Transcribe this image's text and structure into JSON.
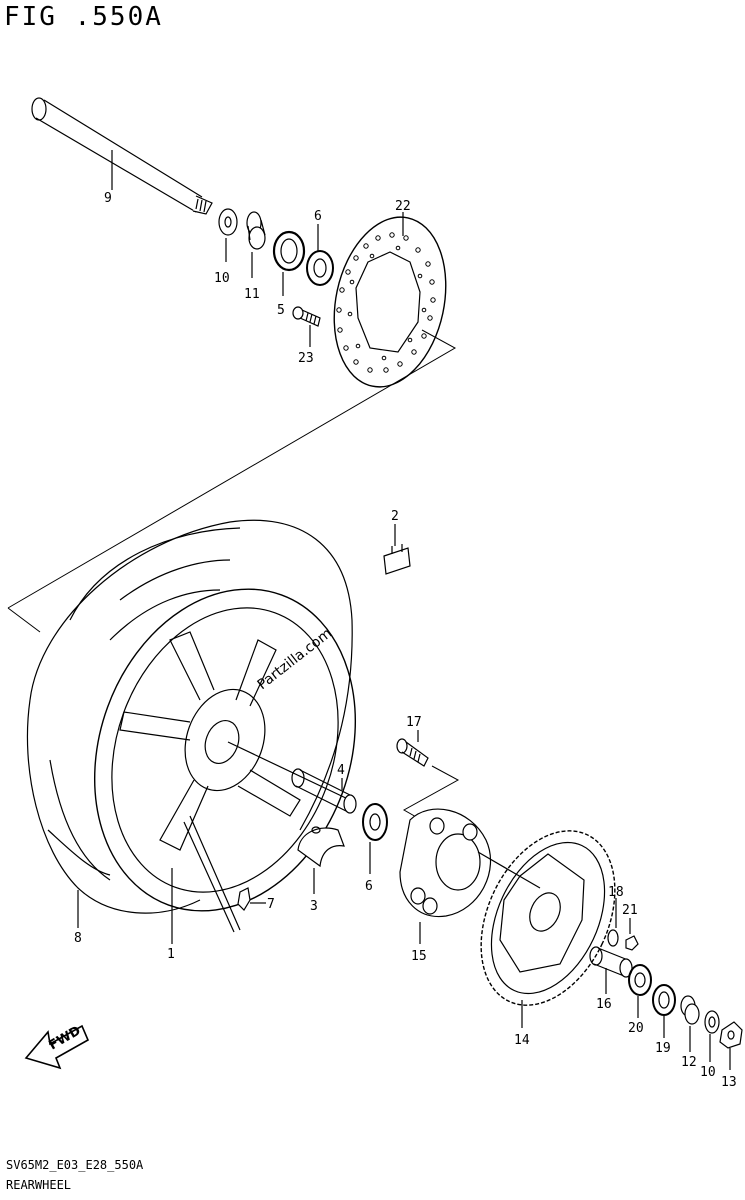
{
  "header": {
    "figure_title": "FIG .550A"
  },
  "footer": {
    "code": "SV65M2_E03_E28_550A",
    "name": "REARWHEEL"
  },
  "watermark": "Partzilla.com",
  "fwd_arrow_label": "FWD",
  "callouts": [
    "9",
    "10",
    "11",
    "5",
    "6",
    "22",
    "23",
    "2",
    "4",
    "17",
    "8",
    "1",
    "7",
    "3",
    "6",
    "15",
    "14",
    "16",
    "18",
    "21",
    "20",
    "19",
    "12",
    "10",
    "13"
  ]
}
